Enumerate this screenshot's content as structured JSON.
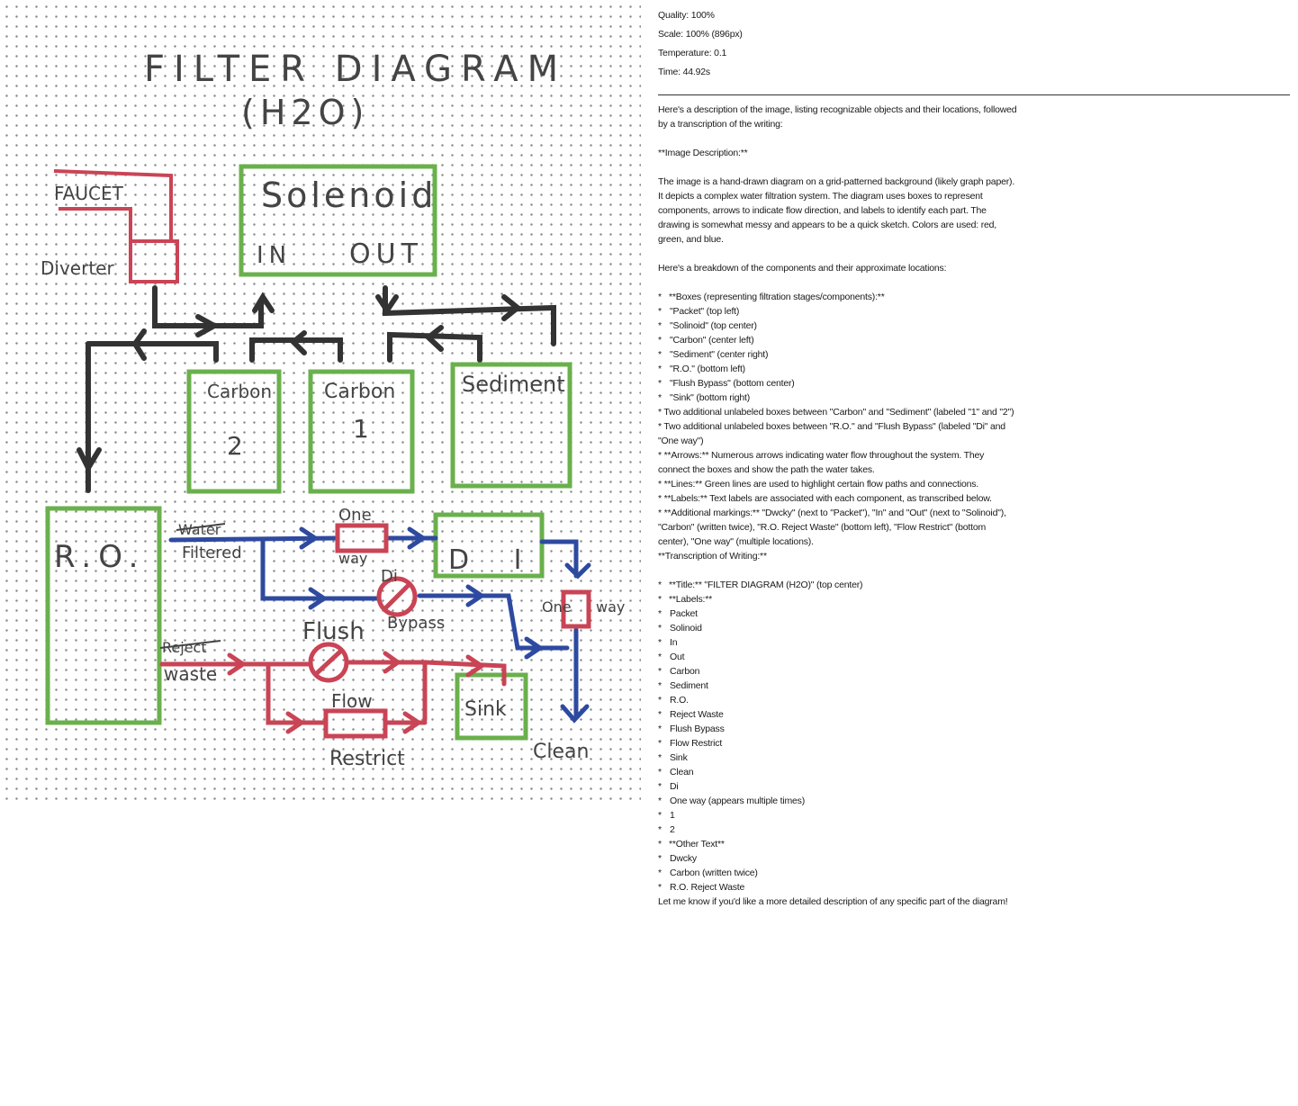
{
  "meta": {
    "quality": "Quality: 100%",
    "scale": "Scale: 100% (896px)",
    "temperature": "Temperature: 0.1",
    "time": "Time: 44.92s"
  },
  "diagram": {
    "title_line1": "FILTER DIAGRAM",
    "title_line2": "(H2O)",
    "labels": {
      "faucet": "FAUCET",
      "diverter": "Diverter",
      "solenoid": "Solenoid",
      "in": "IN",
      "out": "OUT",
      "carbon_left": "Carbon",
      "carbon_left_num": "2",
      "carbon_right": "Carbon",
      "carbon_right_num": "1",
      "sediment": "Sediment",
      "ro": "R.O.",
      "water_crossed": "Water",
      "filtered": "Filtered",
      "one_top": "One",
      "way_top": "way",
      "di_box": "D I",
      "di_valve": "Di",
      "bypass": "Bypass",
      "one_right": "One",
      "way_right": "way",
      "reject_crossed": "Reject",
      "waste": "waste",
      "flush": "Flush",
      "flow": "Flow",
      "restrict": "Restrict",
      "sink": "Sink",
      "clean": "Clean"
    }
  },
  "response": {
    "intro": "Here's a description of the image, listing recognizable objects and their locations, followed by a transcription of the writing:",
    "image_desc_heading": "**Image Description:**",
    "image_desc": "The image is a hand-drawn diagram on a grid-patterned background (likely graph paper). It depicts a complex water filtration system. The diagram uses boxes to represent components, arrows to indicate flow direction, and labels to identify each part. The drawing is somewhat messy and appears to be a quick sketch. Colors are used: red, green, and blue.",
    "breakdown_intro": "Here's a breakdown of the components and their approximate locations:",
    "boxes_heading": "**Boxes (representing filtration stages/components):**",
    "boxes": [
      "\"Packet\" (top left)",
      "\"Solinoid\" (top center)",
      "\"Carbon\" (center left)",
      "\"Sediment\" (center right)",
      "\"R.O.\" (bottom left)",
      "\"Flush Bypass\" (bottom center)",
      "\"Sink\" (bottom right)"
    ],
    "extra1": "Two additional unlabeled boxes between \"Carbon\" and \"Sediment\" (labeled \"1\" and \"2\")",
    "extra2": "Two additional unlabeled boxes between \"R.O.\" and \"Flush Bypass\" (labeled \"Di\" and \"One way\")",
    "arrows": "**Arrows:** Numerous arrows indicating water flow throughout the system. They connect the boxes and show the path the water takes.",
    "lines": "**Lines:** Green lines are used to highlight certain flow paths and connections.",
    "labels_item": "**Labels:** Text labels are associated with each component, as transcribed below.",
    "markings": "**Additional markings:** \"Dwcky\" (next to \"Packet\"), \"In\" and \"Out\" (next to \"Solinoid\"), \"Carbon\" (written twice), \"R.O. Reject Waste\" (bottom left), \"Flow Restrict\" (bottom center), \"One way\" (multiple locations).",
    "transcription_heading": "**Transcription of Writing:**",
    "title_item": "**Title:** \"FILTER DIAGRAM (H2O)\" (top center)",
    "labels_heading": "**Labels:**",
    "labels": [
      "Packet",
      "Solinoid",
      "In",
      "Out",
      "Carbon",
      "Sediment",
      "R.O.",
      "Reject Waste",
      "Flush Bypass",
      "Flow Restrict",
      "Sink",
      "Clean",
      "Di",
      "One way (appears multiple times)",
      "1",
      "2"
    ],
    "other_heading": "**Other Text**",
    "other": [
      "Dwcky",
      "Carbon (written twice)",
      "R.O. Reject Waste"
    ],
    "closing": "Let me know if you'd like a more detailed description of any specific part of the diagram!"
  }
}
